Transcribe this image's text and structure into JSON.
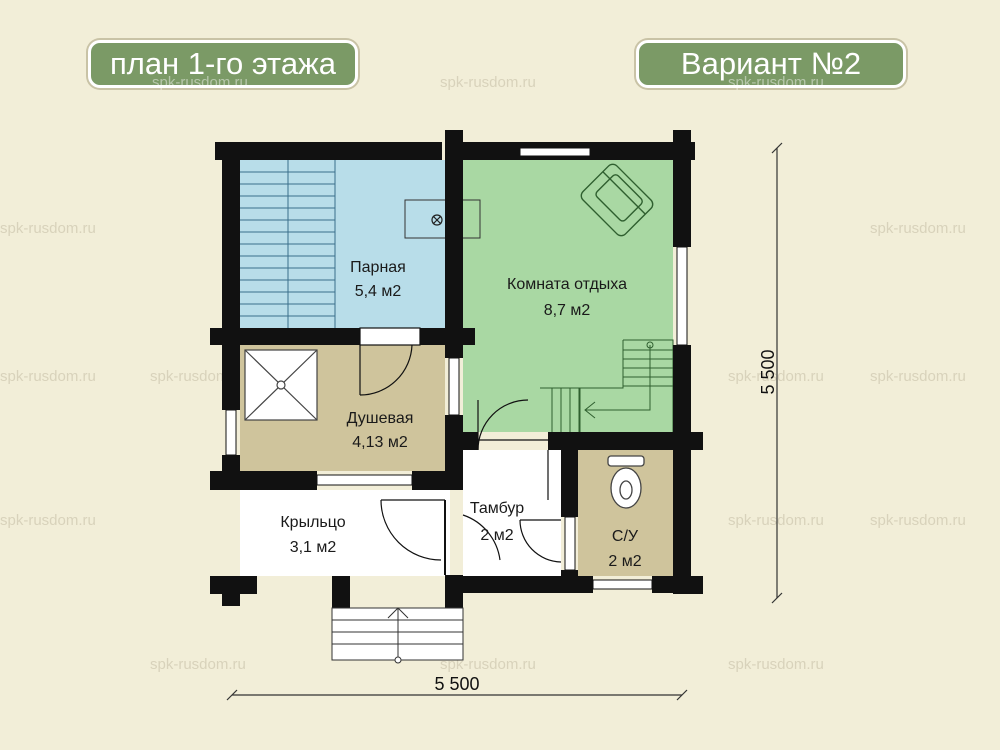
{
  "header": {
    "title": "план 1-го этажа",
    "variant": "Вариант №2"
  },
  "watermark": "spk-rusdom.ru",
  "rooms": [
    {
      "id": "parnaya",
      "name": "Парная",
      "area": "5,4 м2",
      "color": "#b8dde9"
    },
    {
      "id": "komnata",
      "name": "Комната отдыха",
      "area": "8,7 м2",
      "color": "#a9d8a3"
    },
    {
      "id": "dushevaya",
      "name": "Душевая",
      "area": "4,13 м2",
      "color": "#cfc49c"
    },
    {
      "id": "krylco",
      "name": "Крыльцо",
      "area": "3,1 м2",
      "color": "#ffffff"
    },
    {
      "id": "tambur",
      "name": "Тамбур",
      "area": "2 м2",
      "color": "#ffffff"
    },
    {
      "id": "su",
      "name": "С/У",
      "area": "2 м2",
      "color": "#cfc49c"
    }
  ],
  "dimensions": {
    "width": "5 500",
    "height": "5 500"
  },
  "colors": {
    "background": "#f2eed8",
    "wall": "#111111",
    "badge": "#7b9a66"
  }
}
